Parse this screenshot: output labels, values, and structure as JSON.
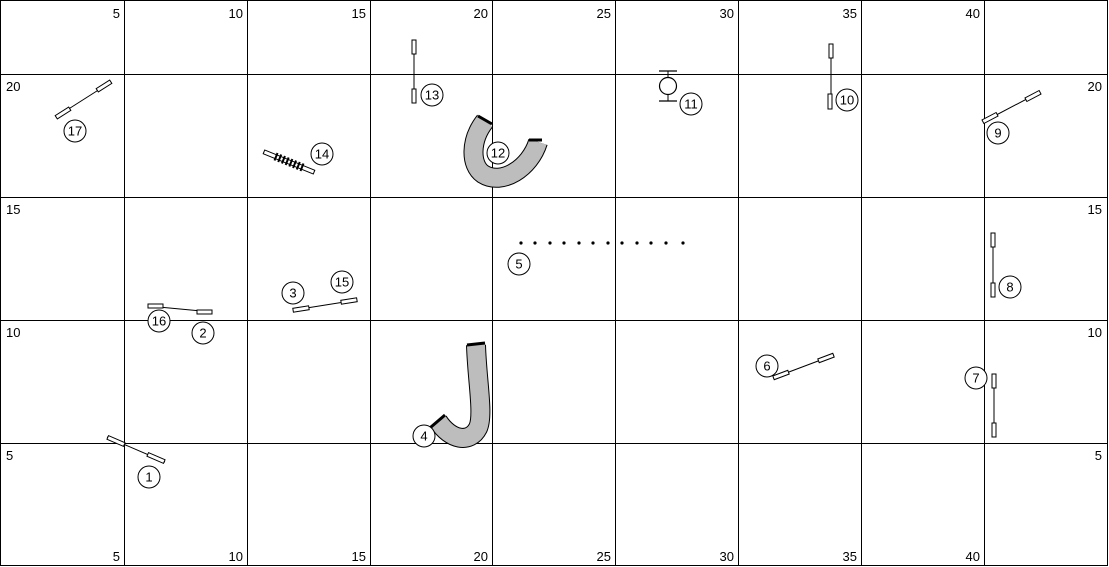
{
  "grid": {
    "top_labels": [
      "5",
      "10",
      "15",
      "20",
      "25",
      "30",
      "35",
      "40"
    ],
    "bottom_labels": [
      "5",
      "10",
      "15",
      "20",
      "25",
      "30",
      "35",
      "40"
    ],
    "left_labels": [
      "20",
      "15",
      "10",
      "5"
    ],
    "right_labels": [
      "20",
      "15",
      "10",
      "5"
    ]
  },
  "obstacles": [
    {
      "number": "1",
      "type": "jump"
    },
    {
      "number": "2",
      "type": "jump"
    },
    {
      "number": "3",
      "type": "jump"
    },
    {
      "number": "4",
      "type": "tunnel"
    },
    {
      "number": "5",
      "type": "weave-poles"
    },
    {
      "number": "6",
      "type": "jump"
    },
    {
      "number": "7",
      "type": "jump"
    },
    {
      "number": "8",
      "type": "jump"
    },
    {
      "number": "9",
      "type": "jump"
    },
    {
      "number": "10",
      "type": "jump"
    },
    {
      "number": "11",
      "type": "tire"
    },
    {
      "number": "12",
      "type": "tunnel"
    },
    {
      "number": "13",
      "type": "jump"
    },
    {
      "number": "14",
      "type": "broad-jump"
    },
    {
      "number": "15",
      "type": "jump"
    },
    {
      "number": "16",
      "type": "jump"
    },
    {
      "number": "17",
      "type": "jump"
    }
  ]
}
